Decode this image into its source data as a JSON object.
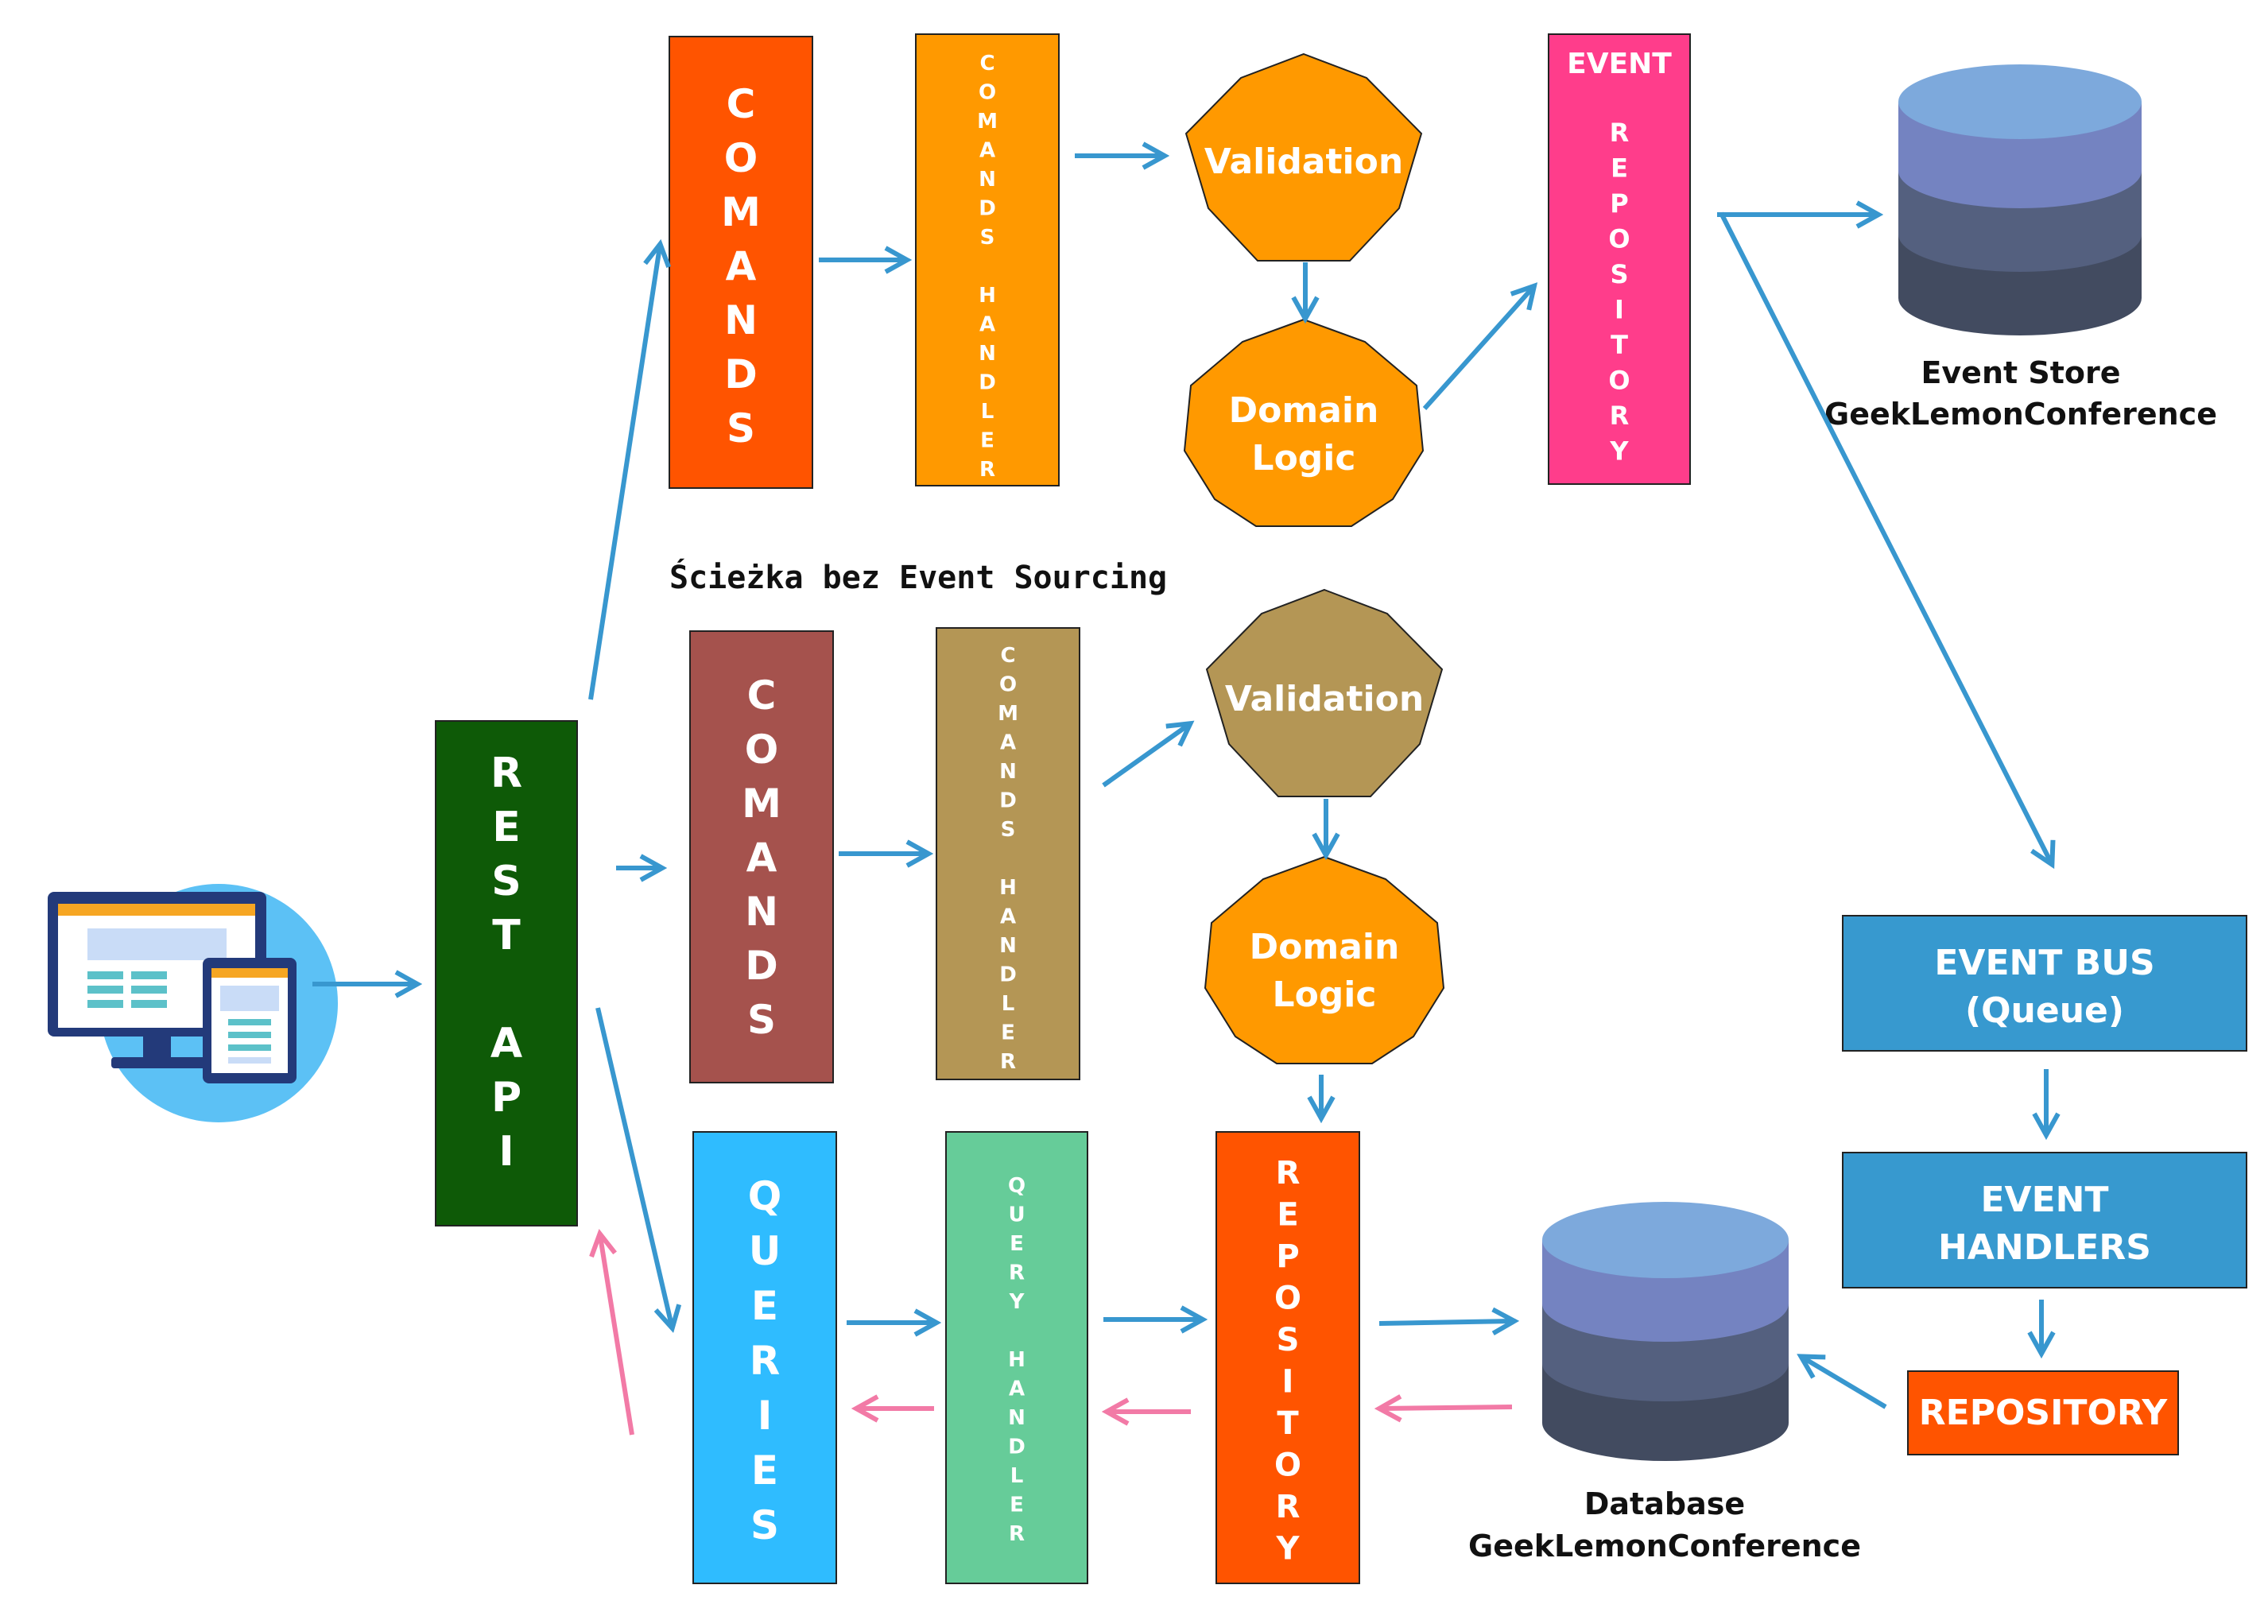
{
  "colors": {
    "blue_arrow": "#3897cf",
    "pink_arrow": "#f27aa6",
    "rest_api": "#0e5a07",
    "comands_es": "#ff5400",
    "handler_es": "#ff9900",
    "validation_es": "#ff9900",
    "domain_logic": "#ff9900",
    "event_repository": "#ff3d8b",
    "comands_plain": "#a5524d",
    "handler_plain": "#b49655",
    "validation_plain": "#b49655",
    "queries": "#2fbcff",
    "query_handler": "#66cc99",
    "repository": "#ff5400",
    "event_bus": "#3799cf",
    "event_handlers": "#3799cf",
    "repository_small": "#ff5400",
    "db_top": "#7da9dc",
    "db_band1": "#7483c1",
    "db_band2": "#54607f",
    "db_band3": "#424b60"
  },
  "icons": {
    "client": "client-devices-icon",
    "event_store": "event-store-database-icon",
    "database": "database-icon"
  },
  "rest_api": {
    "label": "REST API"
  },
  "es_path": {
    "comands": "COMANDS",
    "comands_handler": "COMANDS HANDLER",
    "validation": "Validation",
    "domain_logic": [
      "Domain",
      "Logic"
    ],
    "event_repository_title": "EVENT",
    "event_repository": "REPOSITORY"
  },
  "event_store": {
    "line1": "Event Store",
    "line2": "GeekLemonConference"
  },
  "note": {
    "text": "Ścieżka bez Event Sourcing"
  },
  "plain_path": {
    "comands": "COMANDS",
    "comands_handler": "COMANDS HANDLER",
    "validation": "Validation",
    "domain_logic": [
      "Domain",
      "Logic"
    ]
  },
  "query_path": {
    "queries": "QUERIES",
    "query_handler": "QUERY HANDLER",
    "repository": "REPOSITORY"
  },
  "database": {
    "line1": "Database",
    "line2": "GeekLemonConference"
  },
  "event_side": {
    "event_bus": [
      "EVENT BUS",
      "(Queue)"
    ],
    "event_handlers": [
      "EVENT",
      "HANDLERS"
    ],
    "repository": "REPOSITORY"
  }
}
